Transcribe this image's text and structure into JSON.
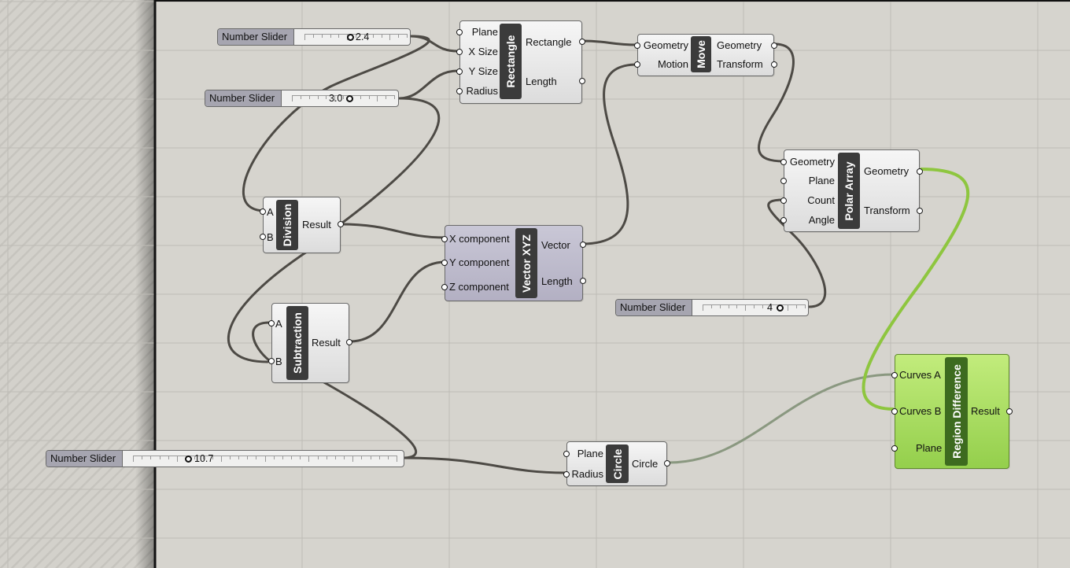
{
  "sliders": [
    {
      "label": "Number Slider",
      "value": "2.4"
    },
    {
      "label": "Number Slider",
      "value": "3.0"
    },
    {
      "label": "Number Slider",
      "value": "4"
    },
    {
      "label": "Number Slider",
      "value": "10.7"
    }
  ],
  "rectangle": {
    "title": "Rectangle",
    "inputs": [
      "Plane",
      "X Size",
      "Y Size",
      "Radius"
    ],
    "outputs": [
      "Rectangle",
      "Length"
    ]
  },
  "move": {
    "title": "Move",
    "inputs": [
      "Geometry",
      "Motion"
    ],
    "outputs": [
      "Geometry",
      "Transform"
    ]
  },
  "division": {
    "title": "Division",
    "inputs": [
      "A",
      "B"
    ],
    "outputs": [
      "Result"
    ]
  },
  "vector": {
    "title": "Vector XYZ",
    "inputs": [
      "X component",
      "Y component",
      "Z component"
    ],
    "outputs": [
      "Vector",
      "Length"
    ]
  },
  "polar": {
    "title": "Polar Array",
    "inputs": [
      "Geometry",
      "Plane",
      "Count",
      "Angle"
    ],
    "outputs": [
      "Geometry",
      "Transform"
    ]
  },
  "subtraction": {
    "title": "Subtraction",
    "inputs": [
      "A",
      "B"
    ],
    "outputs": [
      "Result"
    ]
  },
  "circle": {
    "title": "Circle",
    "inputs": [
      "Plane",
      "Radius"
    ],
    "outputs": [
      "Circle"
    ]
  },
  "region": {
    "title": "Region Difference",
    "inputs": [
      "Curves A",
      "Curves B",
      "Plane"
    ],
    "outputs": [
      "Result"
    ]
  },
  "colors": {
    "canvas": "#d6d4ce",
    "wire": "#4d4a45",
    "wire_selected": "#8ec63f",
    "component_selected": "#a8de5d"
  }
}
